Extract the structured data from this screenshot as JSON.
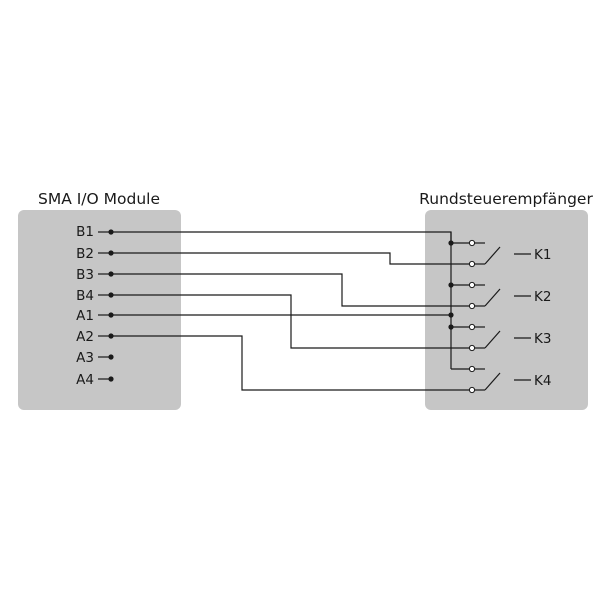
{
  "left_module": {
    "title": "SMA I/O Module",
    "terminals": [
      "B1",
      "B2",
      "B3",
      "B4",
      "A1",
      "A2",
      "A3",
      "A4"
    ]
  },
  "right_module": {
    "title": "Rundsteuerempfänger",
    "relays": [
      "K1",
      "K2",
      "K3",
      "K4"
    ]
  },
  "colors": {
    "box_fill": "#c6c6c6",
    "wire": "#1a1a1a",
    "background": "#ffffff"
  }
}
